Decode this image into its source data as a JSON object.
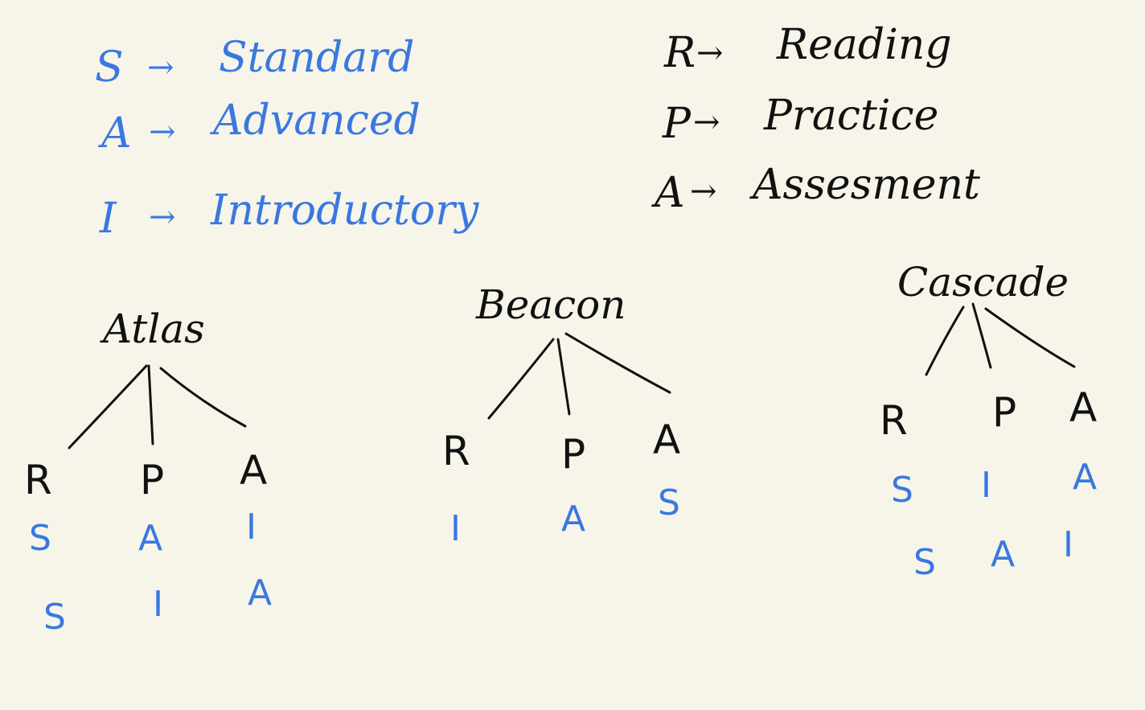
{
  "colors": {
    "ink": "#111111",
    "blue_ink": "#3a78e0",
    "paper": "#f7f5ea"
  },
  "levels_legend": [
    {
      "abbr": "S",
      "word": "Standard"
    },
    {
      "abbr": "A",
      "word": "Advanced"
    },
    {
      "abbr": "I",
      "word": "Introductory"
    }
  ],
  "types_legend": [
    {
      "abbr": "R",
      "word": "Reading"
    },
    {
      "abbr": "P",
      "word": "Practice"
    },
    {
      "abbr": "A",
      "word": "Assesment"
    }
  ],
  "trees": [
    {
      "root": "Atlas",
      "children": [
        {
          "label": "R",
          "levels": [
            "S",
            "S"
          ]
        },
        {
          "label": "P",
          "levels": [
            "A",
            "I"
          ]
        },
        {
          "label": "A",
          "levels": [
            "I",
            "A"
          ]
        }
      ]
    },
    {
      "root": "Beacon",
      "children": [
        {
          "label": "R",
          "levels": [
            "I"
          ]
        },
        {
          "label": "P",
          "levels": [
            "A"
          ]
        },
        {
          "label": "A",
          "levels": [
            "S"
          ]
        }
      ]
    },
    {
      "root": "Cascade",
      "children": [
        {
          "label": "R",
          "levels": [
            "S",
            "S"
          ]
        },
        {
          "label": "P",
          "levels": [
            "I",
            "A"
          ]
        },
        {
          "label": "A",
          "levels": [
            "A",
            "I"
          ]
        }
      ]
    }
  ]
}
